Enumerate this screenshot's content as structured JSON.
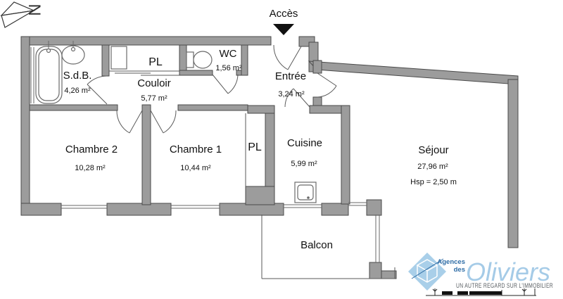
{
  "compass": {
    "label": "N"
  },
  "access": {
    "label": "Accès"
  },
  "rooms": [
    {
      "id": "sdb",
      "name": "S.d.B.",
      "area": "4,26 m²"
    },
    {
      "id": "couloir",
      "name": "Couloir",
      "area": "5,77 m²"
    },
    {
      "id": "pl-couloir",
      "name": "PL"
    },
    {
      "id": "wc",
      "name": "WC",
      "area": "1,56 m²"
    },
    {
      "id": "entree",
      "name": "Entrée",
      "area": "3,24 m²"
    },
    {
      "id": "chambre2",
      "name": "Chambre 2",
      "area": "10,28 m²"
    },
    {
      "id": "chambre1",
      "name": "Chambre 1",
      "area": "10,44 m²"
    },
    {
      "id": "pl-chambre",
      "name": "PL"
    },
    {
      "id": "cuisine",
      "name": "Cuisine",
      "area": "5,99 m²"
    },
    {
      "id": "sejour",
      "name": "Séjour",
      "area": "27,96 m²",
      "ceiling_height": "Hsp = 2,50 m"
    },
    {
      "id": "balcon",
      "name": "Balcon"
    }
  ],
  "logo": {
    "brand_top": "Agences",
    "brand_mid": "des",
    "brand_name": "Oliviers",
    "tagline": "UN AUTRE REGARD SUR L'IMMOBILIER"
  },
  "colors": {
    "wall_gray": "#9c9c9c",
    "wall_outline": "#4a4a4a",
    "logo_light_blue": "#a5cbe7",
    "logo_dark_blue": "#2f6da6",
    "tagline_gray": "#5a5f63"
  }
}
